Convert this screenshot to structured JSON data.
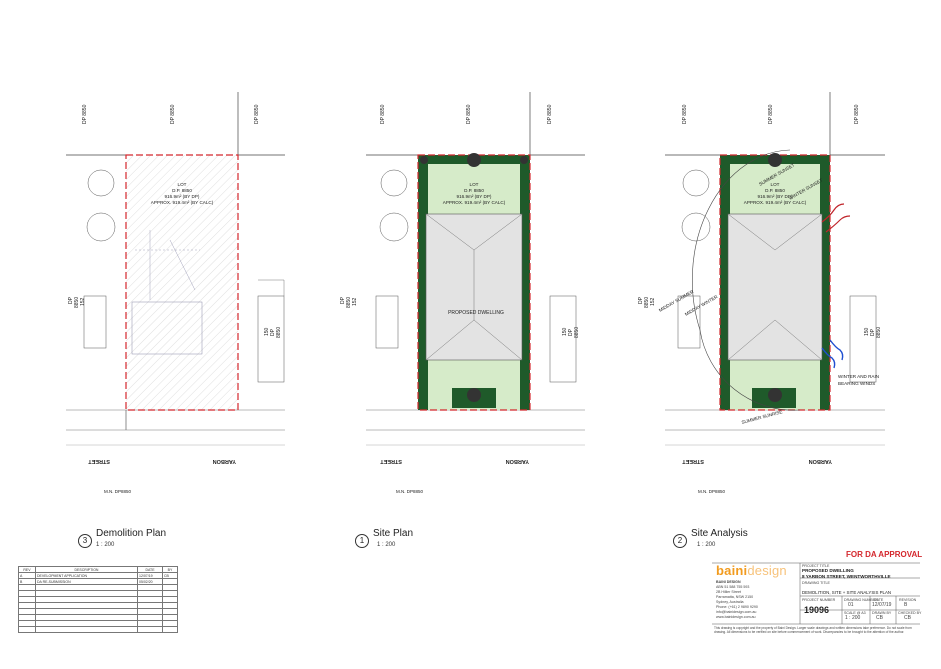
{
  "views": [
    {
      "number": "3",
      "title": "Demolition Plan",
      "scale": "1 : 200"
    },
    {
      "number": "1",
      "title": "Site Plan",
      "scale": "1 : 200"
    },
    {
      "number": "2",
      "title": "Site Analysis",
      "scale": "1 : 200"
    }
  ],
  "plan_labels": {
    "street": "STREET",
    "yarbon": "YARBON",
    "lot_title": "LOT",
    "dp_lot": "D.P. 8850",
    "area_dp": "916.9m² (BY DP)",
    "area_calc": "APPROX. 919.4m² (BY CALC)",
    "dp_left": "DP",
    "dp_left_num": "8850",
    "dp_left_lot": "152",
    "dp_right": "DP",
    "dp_right_num": "8850",
    "dp_right_lot": "150",
    "top_dp_1": "DP 8850",
    "top_dp_2": "DP 8850",
    "top_dp_3": "DP 8850",
    "mn": "M.N. DP8850",
    "proposed_dwelling": "PROPOSED DWELLING",
    "summer_sunset": "SUMMER SUNSET",
    "winter_sunset": "WINTER SUNSET",
    "midday_summer": "MIDDAY SUMMER",
    "midday_winter": "MIDDAY WINTER",
    "summer_sunrise": "SUMMER SUNRISE",
    "winter_rain": "WINTER AND RAIN",
    "bearing_winds": "BEARING WINDS"
  },
  "revision_table": {
    "headers": [
      "REV",
      "DESCRIPTION",
      "DATE",
      "BY"
    ],
    "rows": [
      [
        "A",
        "DEVELOPMENT APPLICATION",
        "12/07/19",
        "CB"
      ],
      [
        "B",
        "DA RE-SUBMISSION",
        "05/02/20",
        ""
      ]
    ]
  },
  "title_block": {
    "approval": "FOR DA APPROVAL",
    "logo_a": "baini",
    "logo_b": "design",
    "company": "BAINI DESIGN",
    "abn": "ABN 51 588 755 593",
    "address_1": "2B Hillier Street",
    "address_2": "Parramatta, NSW 2150",
    "address_3": "Sydney, Australia",
    "phone": "Phone: (+61) 2 9890 9290",
    "email": "info@bainidesign.com.au",
    "web": "www.bainidesign.com.au",
    "project_title_label": "PROJECT TITLE",
    "project_name": "PROPOSED DWELLING",
    "project_address": "8 YARBON STREET, WENTWORTHVILLE",
    "drawing_title_label": "DRAWING TITLE",
    "drawing_title": "DEMOLITION, SITE + SITE ANALYSIS PLAN",
    "project_number_label": "PROJECT NUMBER",
    "project_number": "19096",
    "drawing_number_label": "DRAWING NUMBER",
    "drawing_number": "01",
    "date_label": "DATE",
    "date": "12/07/19",
    "revision_label": "REVISION",
    "revision": "B",
    "scale_label": "SCALE @ A3",
    "scale": "1 : 200",
    "drawn_label": "DRAWN BY",
    "drawn_by": "CB",
    "checked_label": "CHECKED BY",
    "checked_by": "CB",
    "copyright": "This drawing is copyright and the property of Baini Design. Larger scale drawings and written dimensions take preference. Do not scale from drawing. All dimensions to be verified on site before commencement of work. Discrepancies to be brought to the attention of the author."
  }
}
